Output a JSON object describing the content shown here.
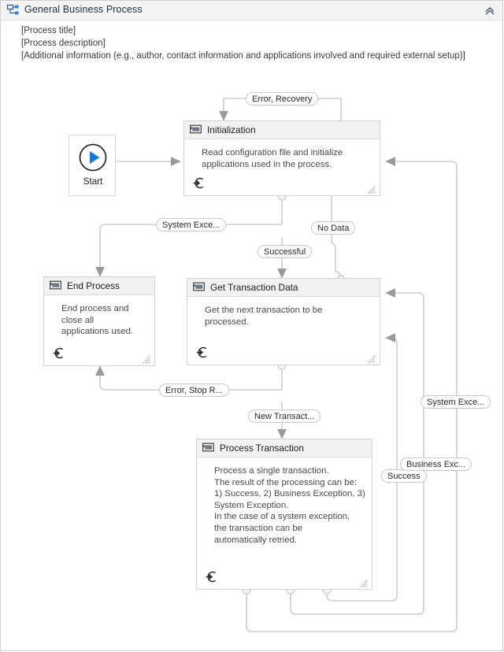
{
  "panel": {
    "title": "General Business Process",
    "title_icon": "process-diagram-icon",
    "collapse_icon": "chevron-double-up-icon"
  },
  "description": {
    "lines": [
      "[Process title]",
      "[Process description]",
      "[Additional information (e.g., author, contact information and applications involved and required external setup)]"
    ]
  },
  "colors": {
    "panel_border": "#cfcfcf",
    "header_bg": "#f4f4f4",
    "node_header_bg": "#f2f2f2",
    "node_border": "#d2d2d2",
    "wire": "#cdcdcd",
    "arrow": "#9a9a9a",
    "start_accent": "#1878d2",
    "text": "#1b1b1b"
  },
  "nodes": [
    {
      "id": "start",
      "label": "Start",
      "icon": "play-circle-icon"
    },
    {
      "id": "initialization",
      "title": "Initialization",
      "icon": "state-block-icon",
      "entry_icon": "entry-point-icon",
      "grip_icon": "resize-grip-icon",
      "body": [
        "Read configuration file and initialize",
        "applications used in the process."
      ]
    },
    {
      "id": "end-process",
      "title": "End Process",
      "icon": "state-block-icon",
      "entry_icon": "entry-point-icon",
      "grip_icon": "resize-grip-icon",
      "body": [
        "End process and",
        "close all",
        "applications used."
      ]
    },
    {
      "id": "get-transaction-data",
      "title": "Get Transaction Data",
      "icon": "state-block-icon",
      "entry_icon": "entry-point-icon",
      "grip_icon": "resize-grip-icon",
      "body": [
        "Get the next transaction to be",
        "processed."
      ]
    },
    {
      "id": "process-transaction",
      "title": "Process Transaction",
      "icon": "state-block-icon",
      "entry_icon": "entry-point-icon",
      "grip_icon": "resize-grip-icon",
      "body": [
        "Process a single transaction.",
        "The result of the processing can be:",
        "1) Success, 2) Business Exception, 3)",
        "System Exception.",
        "In the case of a system exception,",
        "the transaction can be",
        "automatically retried."
      ]
    }
  ],
  "transitions": [
    {
      "id": "error-recovery",
      "label": "Error, Recovery"
    },
    {
      "id": "system-exception-init",
      "label": "System Exce..."
    },
    {
      "id": "successful",
      "label": "Successful"
    },
    {
      "id": "no-data",
      "label": "No Data"
    },
    {
      "id": "error-stop",
      "label": "Error, Stop R..."
    },
    {
      "id": "new-transaction",
      "label": "New Transact..."
    },
    {
      "id": "success",
      "label": "Success"
    },
    {
      "id": "business-exception",
      "label": "Business Exc..."
    },
    {
      "id": "system-exception",
      "label": "System Exce..."
    }
  ]
}
